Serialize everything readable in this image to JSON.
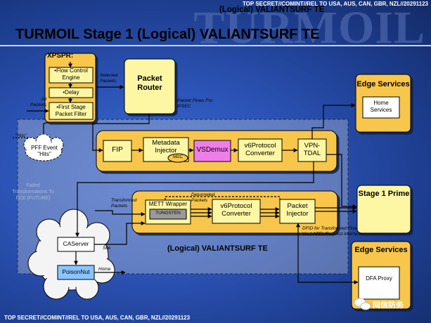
{
  "header": {
    "classification_top": "TOP SECRET//COMINT//REL TO USA, AUS, CAN, GBR, NZL//20291123",
    "subtitle": "(Logical) VALIANTSURF TE",
    "title": "TURMOIL Stage 1 (Logical) VALIANTSURF TE",
    "watermark": "TURMOIL"
  },
  "footer": {
    "classification_bottom": "TOP SECRET//COMINT//REL TO USA, AUS, CAN, GBR, NZL//20291123",
    "wechat_label": "网信防务"
  },
  "colors": {
    "box_fill": "#fdf7a4",
    "panel_fill": "#f8c64b",
    "vsdemux": "#ef7ee9",
    "internal_box": "#ffffff",
    "poisonnut": "#8bc5ff"
  },
  "icons": {
    "wechat": "wechat-icon"
  },
  "diagram": {
    "xpspr": {
      "label": "XPSPR:",
      "flow_control": "•Flow Control Engine",
      "delay": "•Delay",
      "first_stage": "•First Stage Packet Filter"
    },
    "packet_router": "Packet Router",
    "edge_services_1": {
      "label": "Edge Services",
      "home_services": "Home Services"
    },
    "edge_services_2": {
      "label": "Edge Services",
      "dfa_proxy": "DFA Proxy"
    },
    "stage1_prime": "Stage 1 Prime",
    "pipeline1": {
      "fip": "FIP",
      "metadata_injector": "Metadata Injector",
      "mdc": "MDC",
      "vsdemux": "VSDemux",
      "v6protocol": "v6Protocol Converter",
      "vpn_tdal": "VPN-TDAL"
    },
    "pipeline2": {
      "mett_wrapper": "METT Wrapper",
      "tungsten": "TUNGSTEN",
      "v6protocol": "v6Protocol Converter",
      "packet_injector": "Packet Injector"
    },
    "pff_event": "PFF Event \"Hits\"",
    "caserver": "CAServer",
    "poisonnut": "PoisonNut",
    "logical_label": "(Logical) VALIANTSURF TE",
    "annotations": {
      "selected_packets": "Selected Packets",
      "all_packets": "All Packets",
      "packet_flows": "Packet Flows For: IPSEC",
      "hits": "\"Hits\"",
      "failed_transformation": "Failed Transformations To FCE (FUTURE)",
      "transformed_packets": "Transformed Packets",
      "detunneled_packets": "Detunneled Packets",
      "site": "Site",
      "home": "Home",
      "dfid_note": "DFID for Transformed Flow Via LABEL/Request Interface"
    }
  }
}
